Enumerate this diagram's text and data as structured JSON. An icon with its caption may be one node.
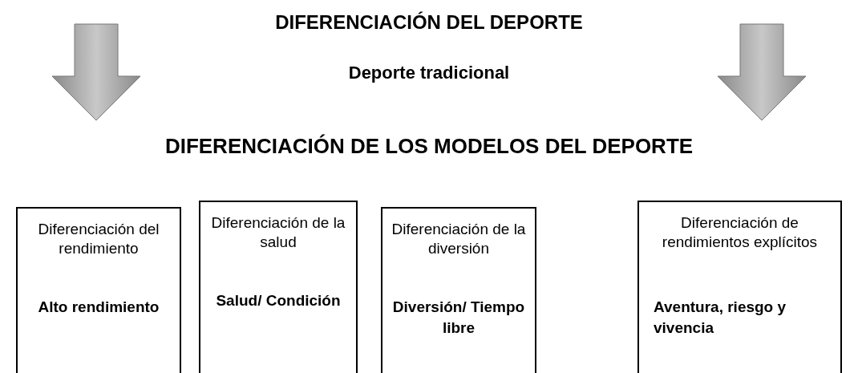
{
  "diagram": {
    "title": "DIFERENCIACIÓN DEL DEPORTE",
    "nodes": [
      {
        "text": [
          "Diferenciación del rendimiento",
          "Alto rendimiento"
        ]
      },
      {
        "text": [
          "Diferenciación de la salud",
          "Salud/ Condición"
        ]
      },
      {
        "text": [
          "Diferenciación de la diversión",
          "Diversión/ Tiempo libre"
        ]
      },
      {
        "text": [
          "Diferenciación de rendimientos explícitos",
          "Aventura, riesgo y vivencia"
        ]
      }
    ],
    "edges": [],
    "labels": [
      "Deporte tradicional",
      "DIFERENCIACIÓN DE LOS MODELOS DEL DEPORTE"
    ]
  }
}
